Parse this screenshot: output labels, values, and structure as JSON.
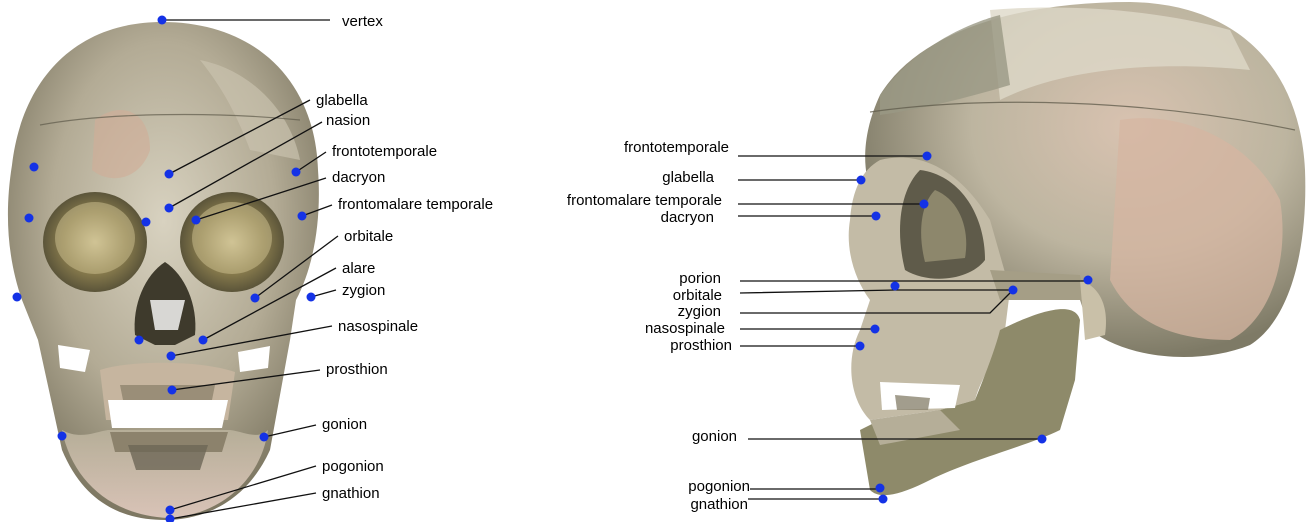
{
  "colors": {
    "landmark": "#1432e6",
    "leader": "#111111",
    "label": "#000000",
    "bone_light": "#d9d3c2",
    "bone_mid": "#a8a08c",
    "bone_shadow": "#6f6a56",
    "bone_pink": "#d4b7a6"
  },
  "frontal_view": {
    "labels": {
      "vertex": "vertex",
      "glabella": "glabella",
      "nasion": "nasion",
      "frontotemporale": "frontotemporale",
      "dacryon": "dacryon",
      "frontomalare_temporale": "frontomalare temporale",
      "orbitale": "orbitale",
      "alare": "alare",
      "zygion": "zygion",
      "nasospinale": "nasospinale",
      "prosthion": "prosthion",
      "gonion": "gonion",
      "pogonion": "pogonion",
      "gnathion": "gnathion"
    }
  },
  "lateral_view": {
    "labels": {
      "frontotemporale": "frontotemporale",
      "glabella": "glabella",
      "frontomalare_temporale": "frontomalare temporale",
      "dacryon": "dacryon",
      "porion": "porion",
      "orbitale": "orbitale",
      "zygion": "zygion",
      "nasospinale": "nasospinale",
      "prosthion": "prosthion",
      "gonion": "gonion",
      "pogonion": "pogonion",
      "gnathion": "gnathion"
    }
  }
}
